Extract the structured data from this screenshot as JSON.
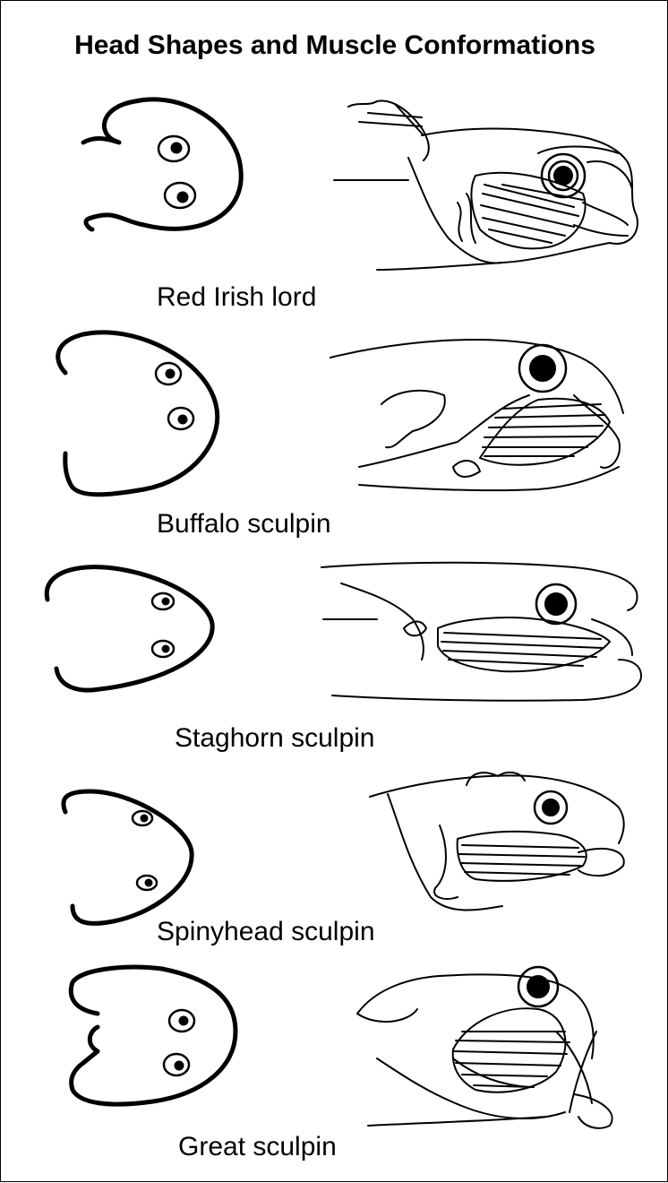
{
  "title": "Head Shapes and Muscle Conformations",
  "species": [
    {
      "name": "Red Irish lord"
    },
    {
      "name": "Buffalo sculpin"
    },
    {
      "name": "Staghorn sculpin"
    },
    {
      "name": "Spinyhead sculpin"
    },
    {
      "name": "Great sculpin"
    }
  ],
  "icons": {
    "dorsal": "dorsal-head-outline-icon",
    "lateral": "lateral-head-muscle-drawing-icon"
  },
  "colors": {
    "line": "#000000",
    "background": "#ffffff"
  }
}
